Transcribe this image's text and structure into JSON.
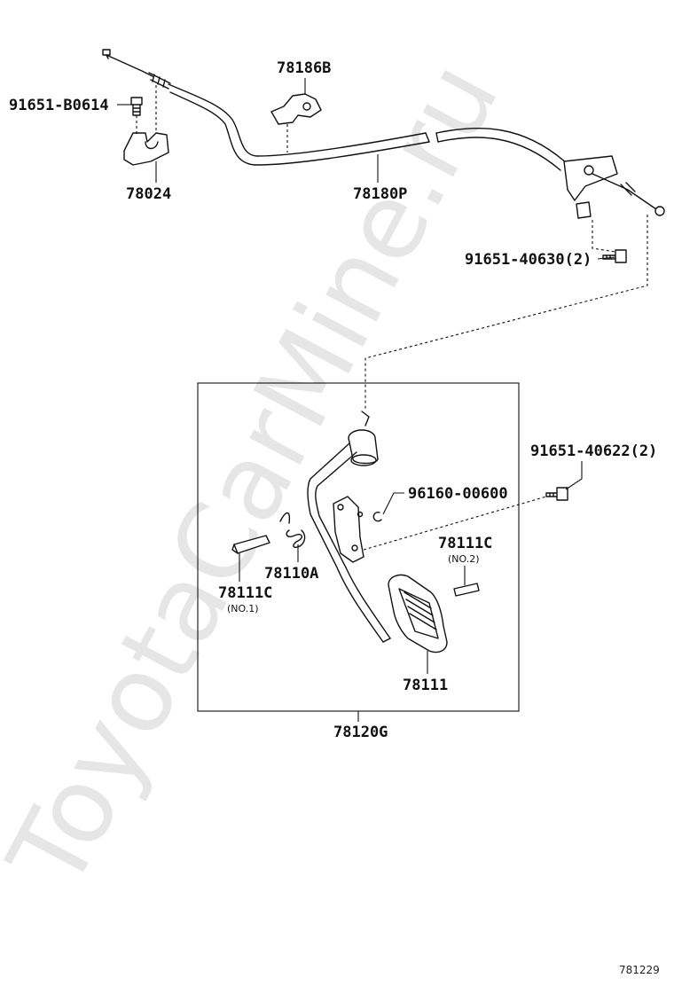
{
  "watermark": "ToyotaCarMine.ru",
  "reference_code": "781229",
  "labels": {
    "p78186B": "78186B",
    "p91651B0614": "91651-B0614",
    "p78024": "78024",
    "p78180P": "78180P",
    "p9165140630": "91651-40630(2)",
    "p9165140622": "91651-40622(2)",
    "p9616000600": "96160-00600",
    "p78111C_no2": "78111C",
    "p78111C_no2_note": "(NO.2)",
    "p78110A": "78110A",
    "p78111C_no1": "78111C",
    "p78111C_no1_note": "(NO.1)",
    "p78111": "78111",
    "p78120G": "78120G"
  }
}
